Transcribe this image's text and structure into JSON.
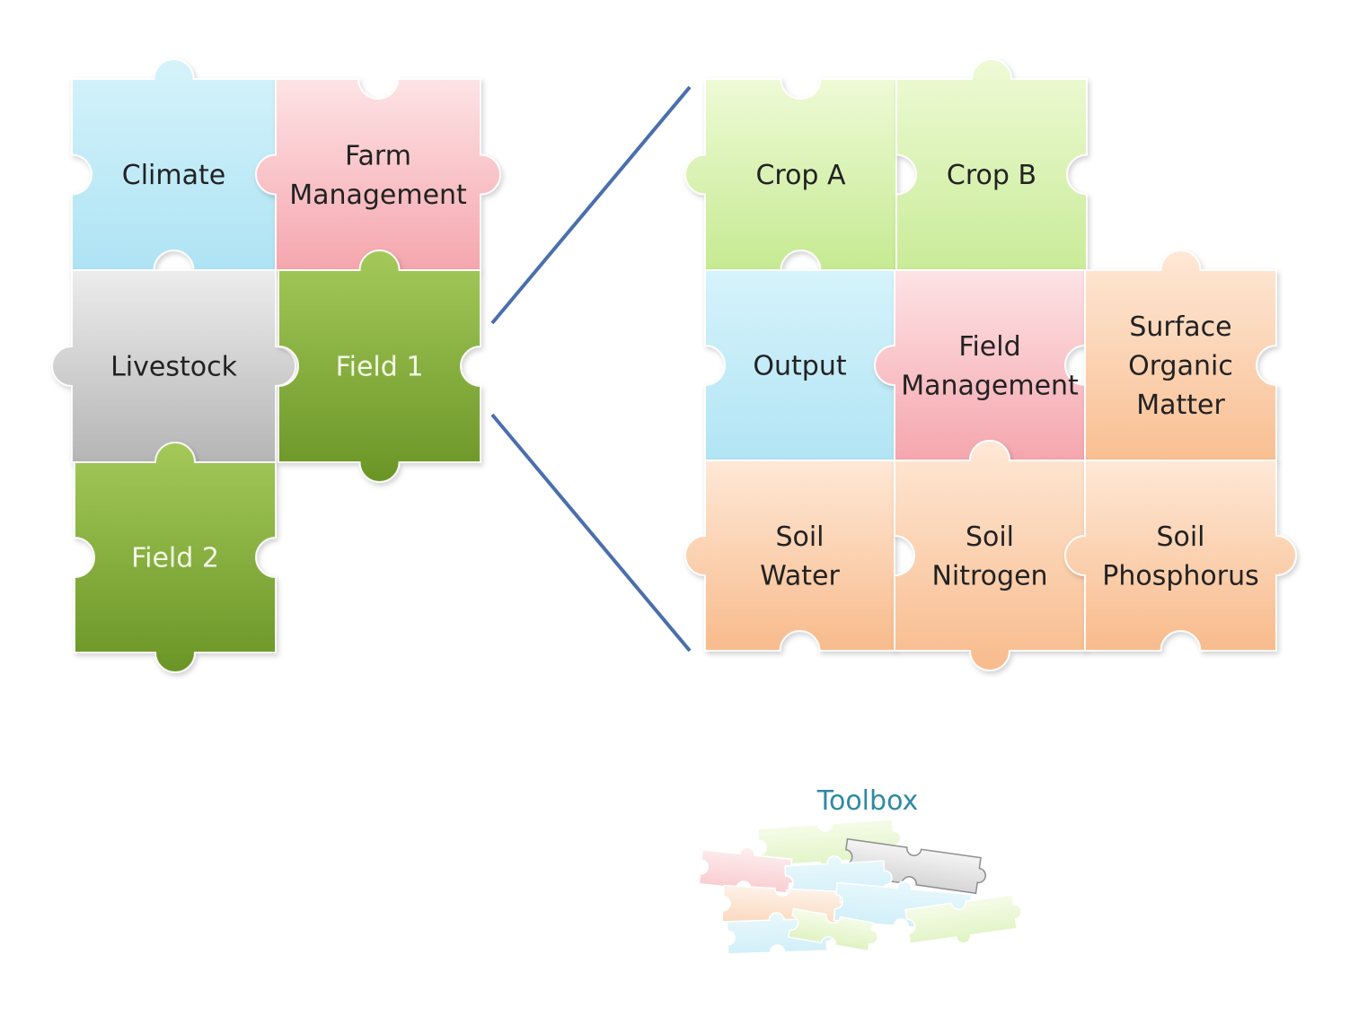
{
  "left_cluster": {
    "climate": {
      "lines": [
        "Climate"
      ],
      "color": "light-blue"
    },
    "farm_management": {
      "lines": [
        "Farm",
        "Management"
      ],
      "color": "pink"
    },
    "livestock": {
      "lines": [
        "Livestock"
      ],
      "color": "gray"
    },
    "field_1": {
      "lines": [
        "Field 1"
      ],
      "color": "dark-green"
    },
    "field_2": {
      "lines": [
        "Field 2"
      ],
      "color": "dark-green"
    }
  },
  "right_cluster": {
    "crop_a": {
      "lines": [
        "Crop A"
      ],
      "color": "light-green"
    },
    "crop_b": {
      "lines": [
        "Crop B"
      ],
      "color": "light-green"
    },
    "output": {
      "lines": [
        "Output"
      ],
      "color": "light-blue"
    },
    "field_management": {
      "lines": [
        "Field",
        "Management"
      ],
      "color": "pink"
    },
    "surface_organic_matter": {
      "lines": [
        "Surface",
        "Organic",
        "Matter"
      ],
      "color": "orange"
    },
    "soil_water": {
      "lines": [
        "Soil",
        "Water"
      ],
      "color": "orange"
    },
    "soil_nitrogen": {
      "lines": [
        "Soil",
        "Nitrogen"
      ],
      "color": "orange"
    },
    "soil_phosphorus": {
      "lines": [
        "Soil",
        "Phosphorus"
      ],
      "color": "orange"
    }
  },
  "toolbox": {
    "label": "Toolbox"
  },
  "colors": {
    "light-blue": [
      "#d6f3fb",
      "#aee3f4"
    ],
    "pink": [
      "#fcd9dc",
      "#f5a6ae"
    ],
    "gray": [
      "#e3e3e3",
      "#b9b9b9"
    ],
    "dark-green": [
      "#9cc24f",
      "#6f9a2a"
    ],
    "light-green": [
      "#e7f7c9",
      "#c9ec97"
    ],
    "orange": [
      "#fde0c9",
      "#f9be92"
    ],
    "zoom_line": "#4a6fad",
    "toolbox_text": "#2f8aa3"
  }
}
